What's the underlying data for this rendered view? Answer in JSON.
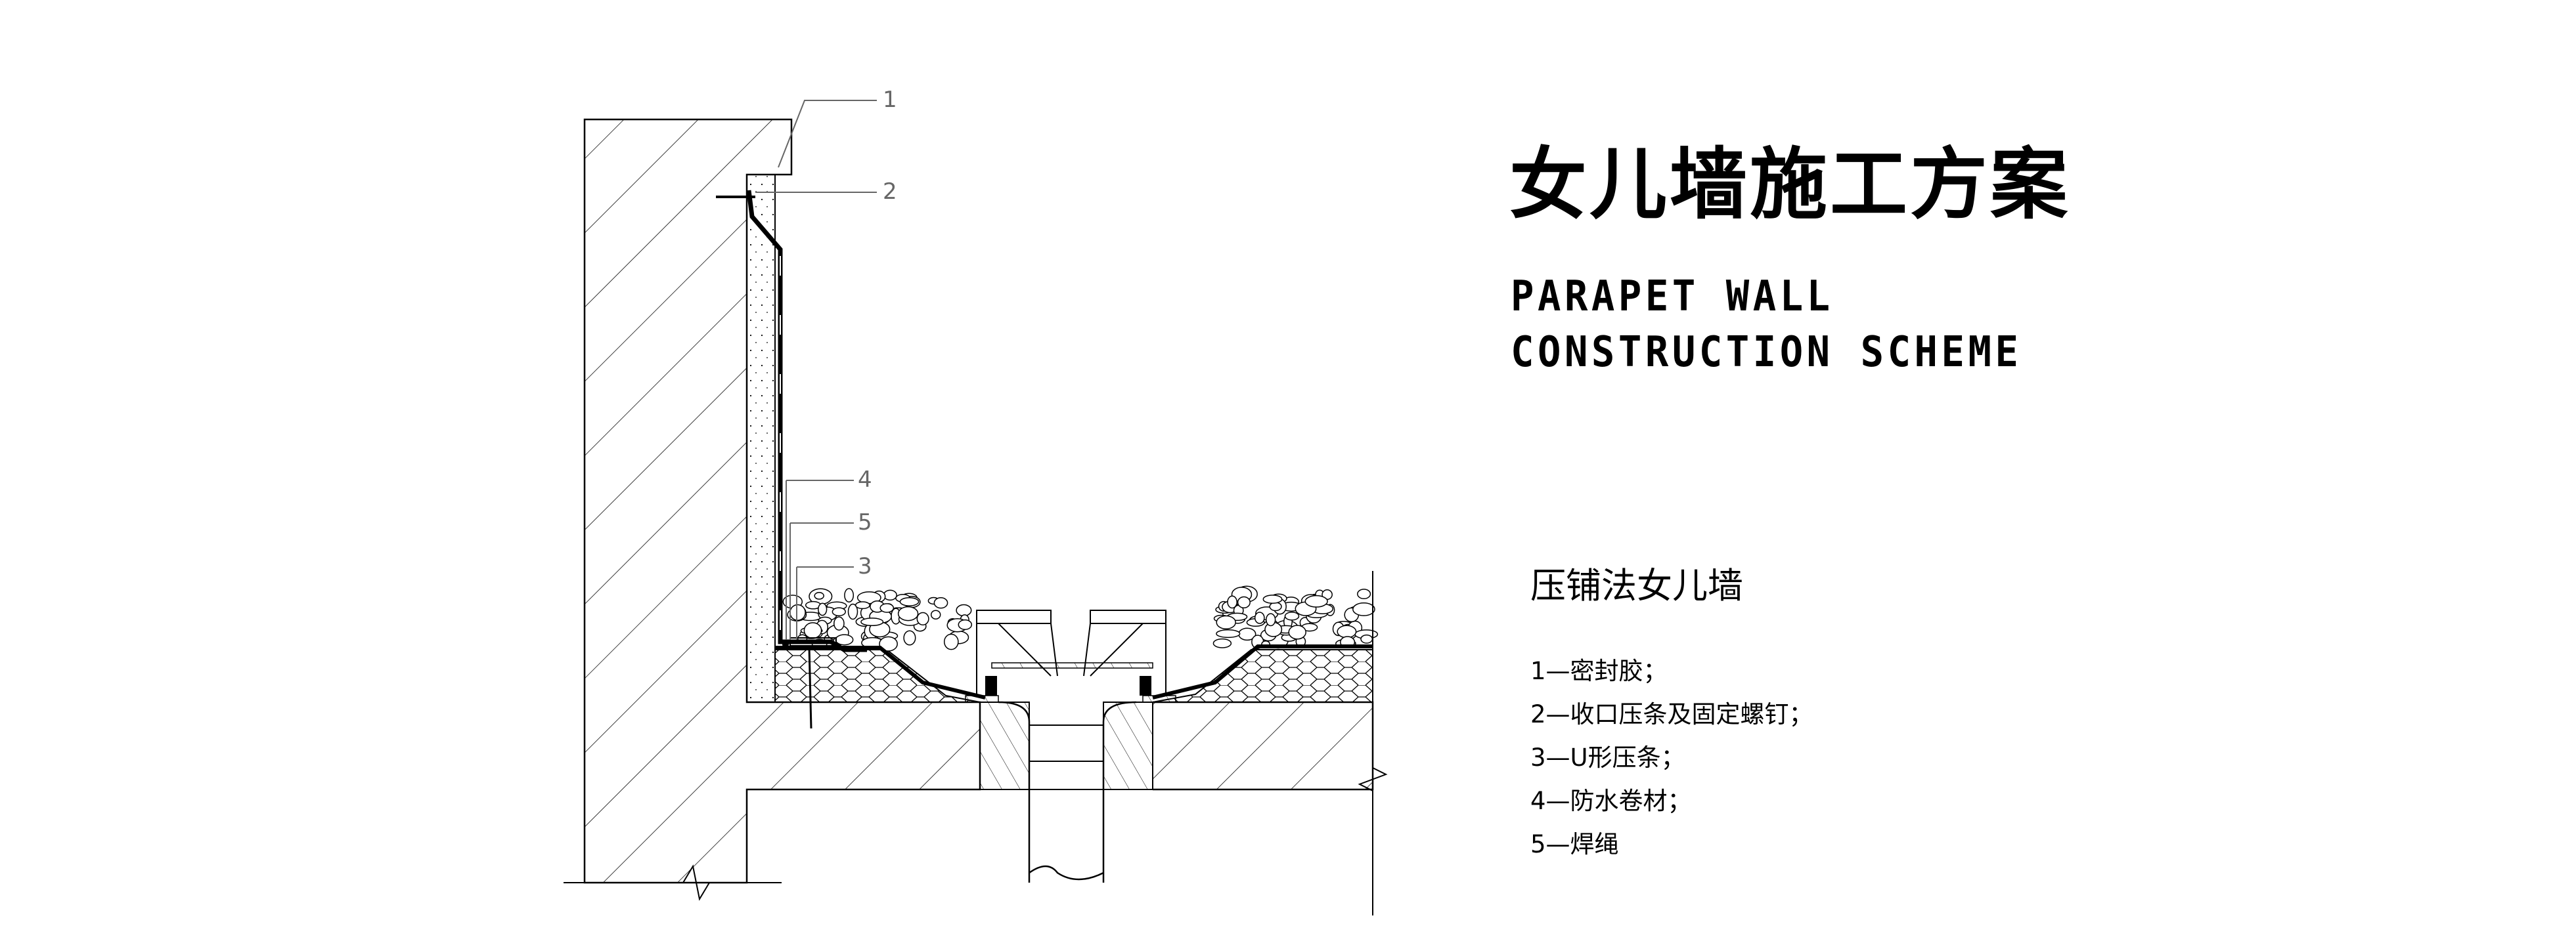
{
  "title": {
    "cn": "女儿墙施工方案",
    "en_line1": "PARAPET WALL",
    "en_line2": "CONSTRUCTION SCHEME"
  },
  "subtitle": "压铺法女儿墙",
  "legend": [
    "1—密封胶；",
    "2—收口压条及固定螺钉；",
    "3—U形压条；",
    "4—防水卷材；",
    "5—焊绳"
  ],
  "callouts": {
    "c1": "1",
    "c2": "2",
    "c3": "3",
    "c4": "4",
    "c5": "5"
  },
  "colors": {
    "line": "#000000",
    "leader": "#666666"
  }
}
